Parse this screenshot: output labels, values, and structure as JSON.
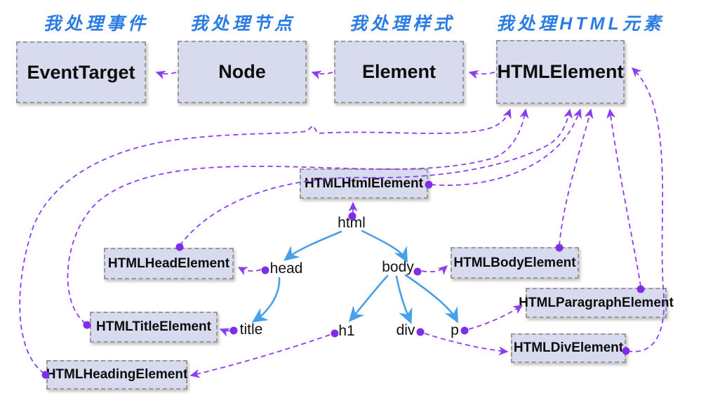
{
  "captions": [
    {
      "text": "我处理事件"
    },
    {
      "text": "我处理节点"
    },
    {
      "text": "我处理样式"
    },
    {
      "text": "我处理HTML元素"
    }
  ],
  "classes": {
    "event_target": "EventTarget",
    "node": "Node",
    "element": "Element",
    "html_element": "HTMLElement"
  },
  "interfaces": {
    "html": "HTMLHtmlElement",
    "head": "HTMLHeadElement",
    "body": "HTMLBodyElement",
    "title": "HTMLTitleElement",
    "paragraph": "HTMLParagraphElement",
    "div": "HTMLDivElement",
    "heading": "HTMLHeadingElement"
  },
  "tree": {
    "html": "html",
    "head": "head",
    "body": "body",
    "title": "title",
    "h1": "h1",
    "div": "div",
    "p": "p"
  },
  "colors": {
    "inherit_arrow_purple": "#8a3df2",
    "tree_arrow_blue": "#47a0e8",
    "caption_blue": "#2a7ce4",
    "box_fill": "#d8dbee",
    "box_border": "#999999"
  }
}
